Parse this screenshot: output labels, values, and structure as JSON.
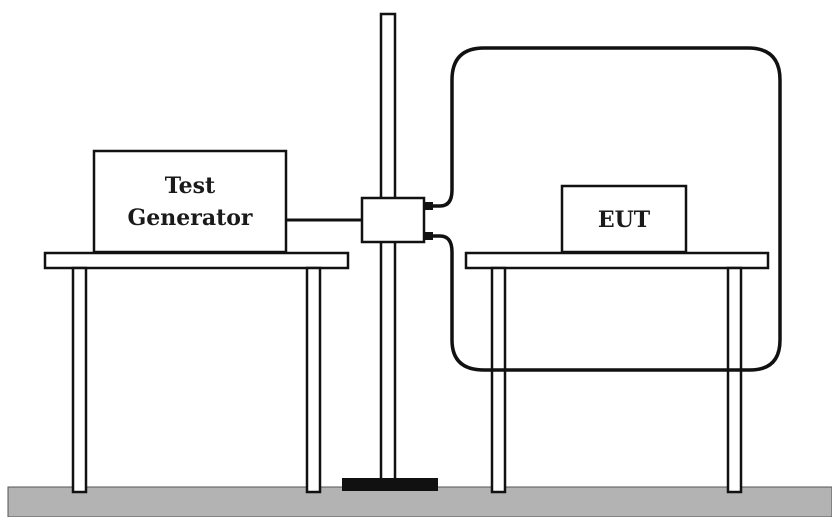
{
  "diagram": {
    "test_generator": {
      "line1": "Test",
      "line2": "Generator"
    },
    "eut": {
      "label": "EUT"
    }
  },
  "colors": {
    "stroke": "#111111",
    "floor": "#b3b3b3",
    "background": "#ffffff",
    "base": "#111111"
  }
}
